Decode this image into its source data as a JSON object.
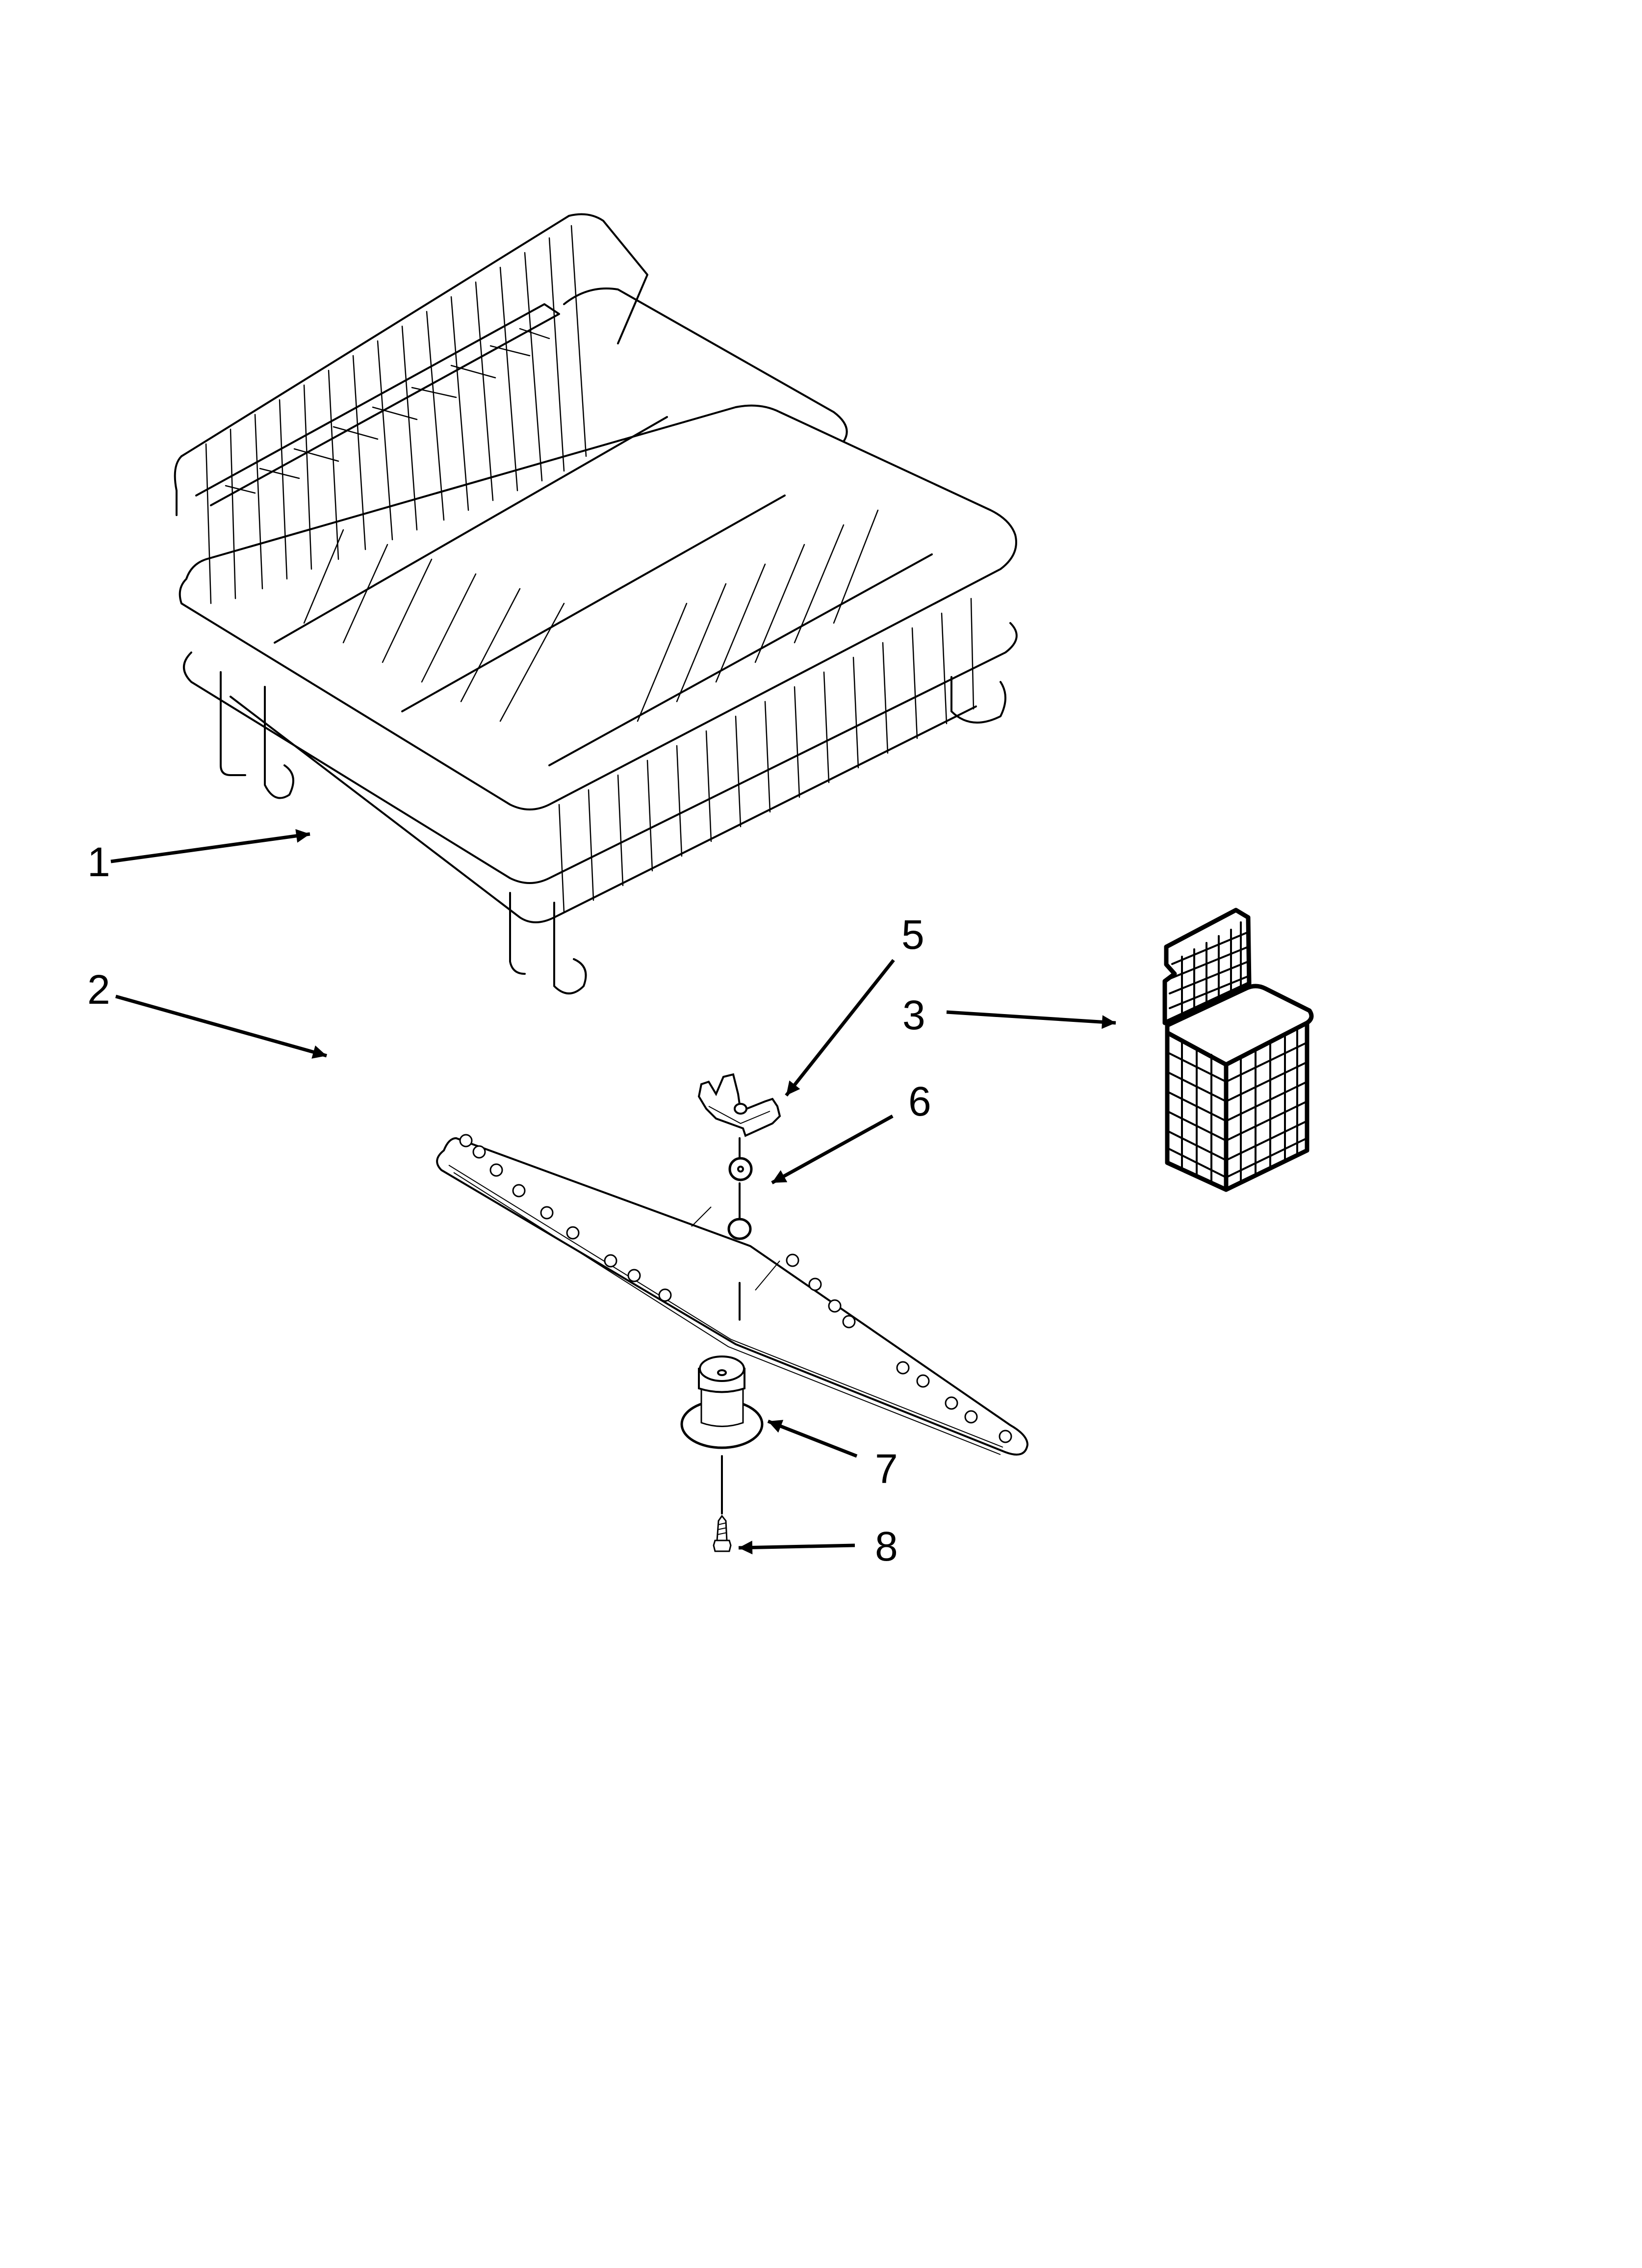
{
  "diagram": {
    "background": "#ffffff",
    "ink_color": "#000000",
    "callouts": [
      {
        "id": "1",
        "label": "1",
        "part": "upper dishrack"
      },
      {
        "id": "2",
        "label": "2",
        "part": "lower spray arm"
      },
      {
        "id": "3",
        "label": "3",
        "part": "silverware basket"
      },
      {
        "id": "5",
        "label": "5",
        "part": "clip"
      },
      {
        "id": "6",
        "label": "6",
        "part": "washer"
      },
      {
        "id": "7",
        "label": "7",
        "part": "spray arm hub"
      },
      {
        "id": "8",
        "label": "8",
        "part": "screw"
      }
    ]
  }
}
